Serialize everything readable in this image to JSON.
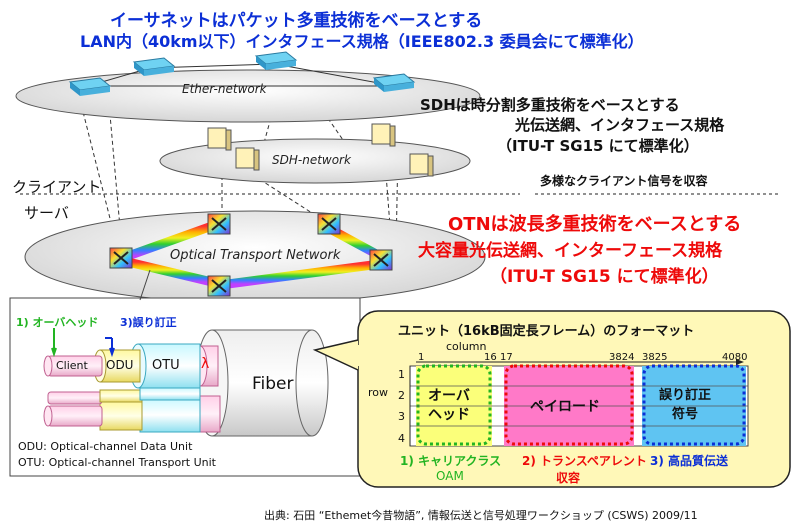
{
  "headline": {
    "line1": "イーサネットはパケット多重技術をベースとする",
    "line2": "LAN内（40km以下）インタフェース規格（IEEE802.3 委員会にて標準化）"
  },
  "sdh_text": {
    "line1": "SDHは時分割多重技術をベースとする",
    "line2": "光伝送網、インタフェース規格",
    "line3": "（ITU-T SG15 にて標準化）"
  },
  "client_note": "多様なクライアント信号を収容",
  "otn_text": {
    "line1": "OTNは波長多重技術をベースとする",
    "line2": "大容量光伝送網、インターフェース規格",
    "line3": "（ITU-T SG15 にて標準化）"
  },
  "layers": {
    "client": "クライアント",
    "server": "サーバ"
  },
  "networks": {
    "ether": "Ether-network",
    "sdh": "SDH-network",
    "otn": "Optical Transport Network"
  },
  "fiber_panel": {
    "overhead": "1) オーバヘッド",
    "fec": "3)誤り訂正",
    "client": "Client",
    "odu": "ODU",
    "otu": "OTU",
    "lambda": "λ",
    "fiber": "Fiber",
    "legend_odu": "ODU: Optical-channel Data Unit",
    "legend_otu": "OTU: Optical-channel Transport Unit"
  },
  "frame_panel": {
    "title": "ユニット（16kB固定長フレーム）のフォーマット",
    "column_label": "column",
    "row_label": "row",
    "col_1": "1",
    "col_16": "16",
    "col_17": "17",
    "col_3824": "3824",
    "col_3825": "3825",
    "col_4080": "4080",
    "rows": [
      "1",
      "2",
      "3",
      "4"
    ],
    "overhead_line1": "オーバ",
    "overhead_line2": "ヘッド",
    "payload": "ペイロード",
    "fec_line1": "誤り訂正",
    "fec_line2": "符号",
    "caption1_line1": "1) キャリアクラス",
    "caption1_line2": "OAM",
    "caption2_line1": "2) トランスペアレント",
    "caption2_line2": "収容",
    "caption3": "3) 高品質伝送"
  },
  "source": "出典: 石田 “Ethemet今昔物語”, 情報伝送と信号処理ワークショップ (CSWS) 2009/11",
  "colors": {
    "blue_text": "#0b2fd6",
    "red_text": "#ee0a0a",
    "green": "#22b422",
    "magenta": "#ff2bd0",
    "frame_panel_bg": "#fff8b8",
    "overhead_fill": "#fbff7a",
    "payload_fill": "#ff79c8",
    "fec_fill": "#5fc4f2"
  }
}
